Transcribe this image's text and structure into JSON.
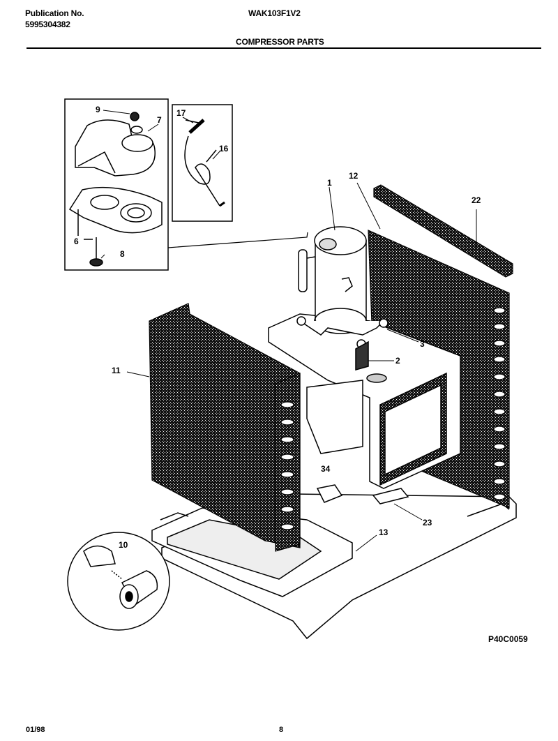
{
  "header": {
    "publication_label": "Publication No.",
    "publication_number": "5995304382",
    "model": "WAK103F1V2",
    "section_title": "COMPRESSOR PARTS"
  },
  "callouts": {
    "c1": "1",
    "c2": "2",
    "c3": "3",
    "c6": "6",
    "c7": "7",
    "c8": "8",
    "c9": "9",
    "c10": "10",
    "c11": "11",
    "c12": "12",
    "c13": "13",
    "c16": "16",
    "c17": "17",
    "c22": "22",
    "c23": "23",
    "c34": "34"
  },
  "diagram_code": "P40C0059",
  "footer": {
    "date": "01/98",
    "page": "8"
  }
}
